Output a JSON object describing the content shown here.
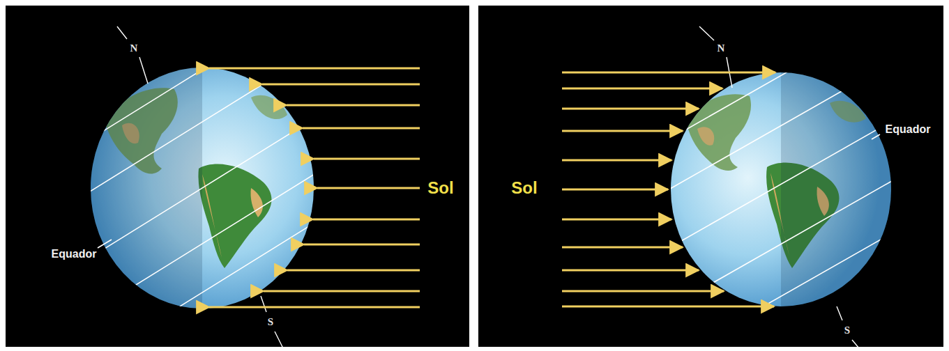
{
  "diagram": {
    "labels": [
      "N",
      "Sol",
      "Equador",
      "S",
      "N",
      "Equador",
      "Sol",
      "S"
    ]
  }
}
